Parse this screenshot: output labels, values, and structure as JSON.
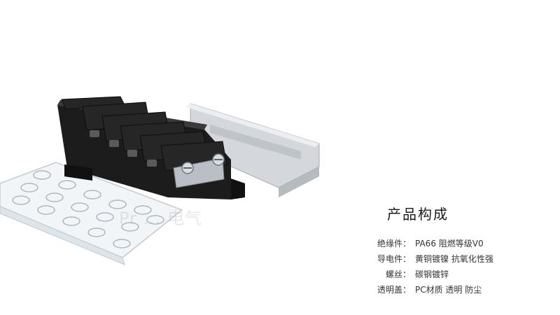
{
  "watermark": "Pr ... 电气",
  "section_title": "产品构成",
  "specs": [
    {
      "label": "绝缘件：",
      "value": "PA66 阻燃等级V0"
    },
    {
      "label": "导电件：",
      "value": "黄铜镀镍 抗氧化性强"
    },
    {
      "label": "螺丝：",
      "value": "碳钢镀锌"
    },
    {
      "label": "透明盖：",
      "value": "PC材质 透明 防尘"
    }
  ],
  "colors": {
    "housing": "#1c1c1c",
    "rail": "#c9cdd1",
    "cover": "#eef3f6",
    "text": "#333333"
  }
}
